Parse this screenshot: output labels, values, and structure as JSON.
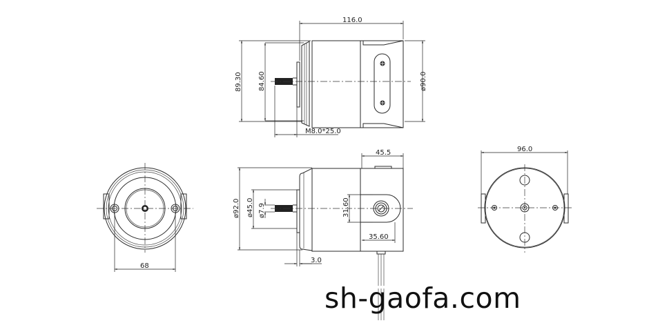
{
  "watermark": "sh-gaofa.com",
  "views": {
    "top_view": {
      "dims": {
        "length": "116.0",
        "height_outer": "89.30",
        "height_inner": "84.60",
        "diameter": "ø90.0",
        "thread": "M8.0*25.0"
      }
    },
    "front_view": {
      "dims": {
        "diameter": "ø92.0",
        "flange": "ø45.0",
        "shaft": "ø7.9",
        "gear_width": "45.5",
        "terminal_height": "31.60",
        "terminal_width": "35.60",
        "flange_thickness": "3.0"
      }
    },
    "left_end_view": {
      "dims": {
        "hole_spacing": "68"
      }
    },
    "right_end_view": {
      "dims": {
        "diameter": "96.0"
      }
    }
  }
}
